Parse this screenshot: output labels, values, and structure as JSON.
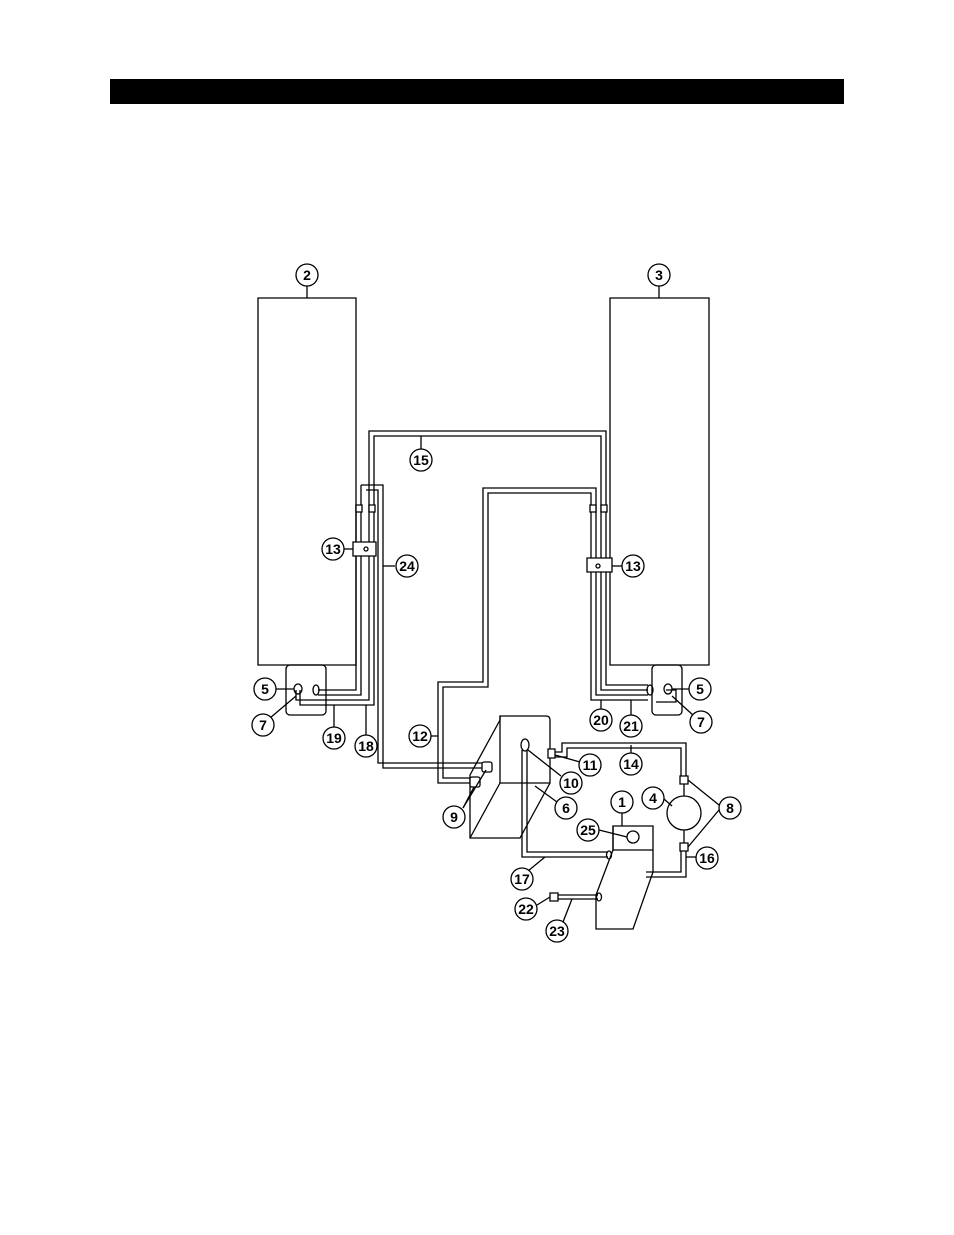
{
  "header": {
    "text": ""
  },
  "diagram": {
    "callouts": {
      "c1": "1",
      "c2": "2",
      "c3": "3",
      "c4": "4",
      "c5a": "5",
      "c5b": "5",
      "c6": "6",
      "c7a": "7",
      "c7b": "7",
      "c8": "8",
      "c9": "9",
      "c10": "10",
      "c11": "11",
      "c12": "12",
      "c13a": "13",
      "c13b": "13",
      "c14": "14",
      "c15": "15",
      "c16": "16",
      "c17": "17",
      "c18": "18",
      "c19": "19",
      "c20": "20",
      "c21": "21",
      "c22": "22",
      "c23": "23",
      "c24": "24",
      "c25": "25"
    }
  }
}
